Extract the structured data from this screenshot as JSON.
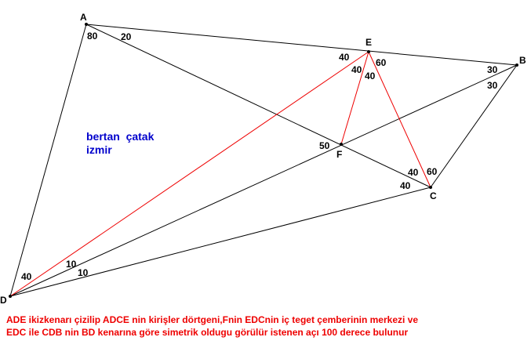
{
  "colors": {
    "black_line": "#000000",
    "red_line": "#ee0000",
    "credit": "#0000cc",
    "caption": "#ee0000"
  },
  "points": [
    {
      "id": "A",
      "label": "A"
    },
    {
      "id": "B",
      "label": "B"
    },
    {
      "id": "C",
      "label": "C"
    },
    {
      "id": "D",
      "label": "D"
    },
    {
      "id": "E",
      "label": "E"
    },
    {
      "id": "F",
      "label": "F"
    }
  ],
  "segments": [
    {
      "from": "A",
      "to": "B",
      "color": "black"
    },
    {
      "from": "B",
      "to": "C",
      "color": "black"
    },
    {
      "from": "C",
      "to": "D",
      "color": "black"
    },
    {
      "from": "D",
      "to": "A",
      "color": "black"
    },
    {
      "from": "A",
      "to": "C",
      "color": "black"
    },
    {
      "from": "B",
      "to": "D",
      "color": "black"
    },
    {
      "from": "E",
      "to": "D",
      "color": "red"
    },
    {
      "from": "E",
      "to": "F",
      "color": "red"
    },
    {
      "from": "E",
      "to": "C",
      "color": "red"
    }
  ],
  "angle_labels": [
    {
      "at": "A",
      "text": "80"
    },
    {
      "at": "A",
      "text": "20"
    },
    {
      "at": "E",
      "text": "40"
    },
    {
      "at": "E",
      "text": "60"
    },
    {
      "at": "E",
      "text": "40"
    },
    {
      "at": "E",
      "text": "40"
    },
    {
      "at": "B",
      "text": "30"
    },
    {
      "at": "B",
      "text": "30"
    },
    {
      "at": "F",
      "text": "50"
    },
    {
      "at": "C",
      "text": "40"
    },
    {
      "at": "C",
      "text": "60"
    },
    {
      "at": "C",
      "text": "40"
    },
    {
      "at": "D",
      "text": "40"
    },
    {
      "at": "D",
      "text": "10"
    },
    {
      "at": "D",
      "text": "10"
    }
  ],
  "credit": {
    "line1": "bertan  çatak",
    "line2": "izmir"
  },
  "caption": {
    "line1": "ADE ikizkenarı çizilip ADCE nin kirişler dörtgeni,Fnin EDCnin iç teget çemberinin merkezi ve",
    "line2": "EDC ile CDB nin BD kenarına göre simetrik oldugu görülür istenen açı 100 derece bulunur"
  }
}
